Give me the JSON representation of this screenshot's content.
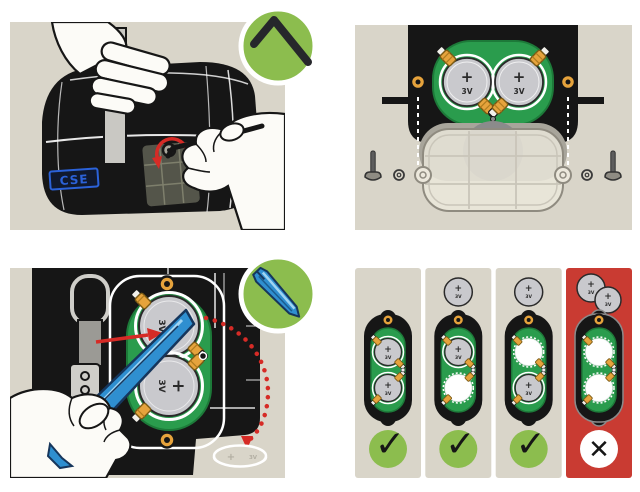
{
  "illustration": "battery-replacement-instructions",
  "colors": {
    "background": "#ffffff",
    "panel_beige": "#d9d5c9",
    "device_black": "#161616",
    "accent_green": "#8cbd4e",
    "pcb_green": "#2a9c4d",
    "battery_gray": "#c9c9cd",
    "contact_gold": "#e6a33c",
    "error_red": "#c93b32",
    "arrow_red": "#d62b26",
    "tool_blue": "#2f8fd0",
    "logo_blue": "#2b62d9"
  },
  "device": {
    "brand": "CSE"
  },
  "battery": {
    "polarity": "+",
    "voltage": "3V"
  },
  "steps": {
    "step1": {
      "action": "unscrew-battery-cover",
      "tool_icon": "hex-key-icon"
    },
    "step2": {
      "action": "remove-cover-and-screws",
      "battery_count": 2
    },
    "step3": {
      "action": "pry-battery-out",
      "tool_icon": "spudger-icon"
    },
    "step4": {
      "action": "allowed-battery-configurations",
      "columns": [
        {
          "status": "ok",
          "symbol": "✓",
          "top_slot": "battery",
          "bottom_slot": "battery",
          "spare_batteries": 0
        },
        {
          "status": "ok",
          "symbol": "✓",
          "top_slot": "battery",
          "bottom_slot": "empty",
          "spare_batteries": 1
        },
        {
          "status": "ok",
          "symbol": "✓",
          "top_slot": "empty",
          "bottom_slot": "battery",
          "spare_batteries": 1
        },
        {
          "status": "error",
          "symbol": "✕",
          "top_slot": "empty",
          "bottom_slot": "empty",
          "spare_batteries": 2
        }
      ]
    }
  }
}
